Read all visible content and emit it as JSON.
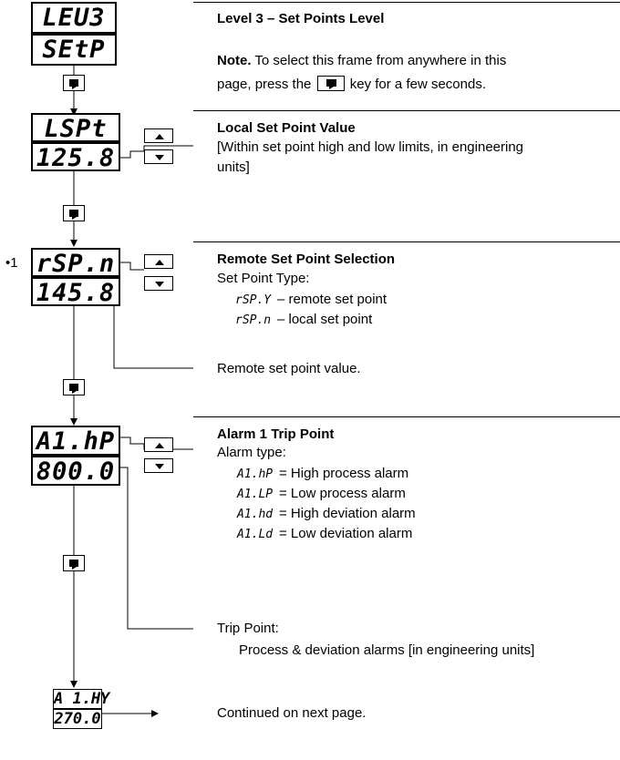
{
  "flow": {
    "lev3": {
      "top": "LEU3",
      "bottom": "SEtP"
    },
    "lspt": {
      "top": "LSPt",
      "bottom": "125.8"
    },
    "rsp": {
      "marker": "•1",
      "top": "rSP.n",
      "bottom": "145.8"
    },
    "a1": {
      "top": "A1.hP",
      "bottom": "800.0"
    },
    "a1hy": {
      "top": "A 1.HY",
      "bottom": "270.0"
    }
  },
  "sections": {
    "level3": {
      "title": "Level 3 – Set Points Level",
      "note_label": "Note.",
      "note_line1": " To select this frame  from anywhere in this",
      "note_line2a": "page, press the ",
      "note_line2b": " key for a few seconds."
    },
    "lspt": {
      "title": "Local Set Point Value",
      "line1": "[Within set point high and low limits, in engineering",
      "line2": "units]"
    },
    "rsp": {
      "title": "Remote Set Point Selection",
      "subtitle": "Set Point Type:",
      "options": [
        {
          "code": "rSP.Y",
          "text": "–  remote set point"
        },
        {
          "code": "rSP.n",
          "text": "–  local set point"
        }
      ],
      "value_label": "Remote set point value."
    },
    "alarm": {
      "title": "Alarm 1 Trip Point",
      "subtitle": "Alarm type:",
      "options": [
        {
          "code": "A1.hP",
          "text": "=  High process alarm"
        },
        {
          "code": "A1.LP",
          "text": "=  Low process alarm"
        },
        {
          "code": "A1.hd",
          "text": "=  High deviation alarm"
        },
        {
          "code": "A1.Ld",
          "text": "=  Low deviation alarm"
        }
      ],
      "trip_label": "Trip Point:",
      "trip_desc": "Process & deviation alarms [in engineering units]"
    },
    "continued": "Continued on next page."
  }
}
